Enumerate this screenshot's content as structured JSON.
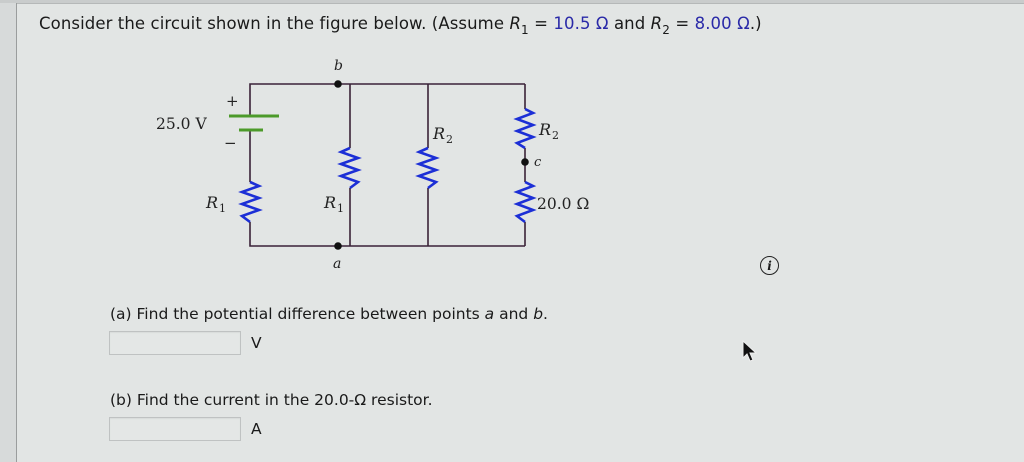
{
  "question": {
    "intro": "Consider the circuit shown in the figure below. (Assume ",
    "r1_symbol": "R",
    "r1_sub": "1",
    "eq1": " = ",
    "r1_value": "10.5 Ω",
    "and": " and ",
    "r2_symbol": "R",
    "r2_sub": "2",
    "eq2": " = ",
    "r2_value": "8.00 Ω",
    "close": ".)"
  },
  "figure": {
    "battery_label": "25.0 V",
    "battery_plus": "+",
    "battery_minus": "−",
    "node_b": "b",
    "node_a": "a",
    "node_c": "c",
    "left_resistor": {
      "symbol": "R",
      "sub": "1"
    },
    "middle_r1": {
      "symbol": "R",
      "sub": "1"
    },
    "middle_r2": {
      "symbol": "R",
      "sub": "2"
    },
    "right_top_resistor": {
      "symbol": "R",
      "sub": "2"
    },
    "right_bottom_resistor": "20.0 Ω",
    "colors": {
      "wire": "#3a2238",
      "resistor": "#1c2fd6",
      "battery": "#4c9a2a"
    }
  },
  "parts": [
    {
      "prefix": "(a) Find the potential difference between points ",
      "var1": "a",
      "mid": " and ",
      "var2": "b",
      "suffix": ".",
      "input_value": "",
      "unit": "V"
    },
    {
      "text": "(b) Find the current in the 20.0-Ω resistor.",
      "input_value": "",
      "unit": "A"
    }
  ],
  "info_icon": "i"
}
